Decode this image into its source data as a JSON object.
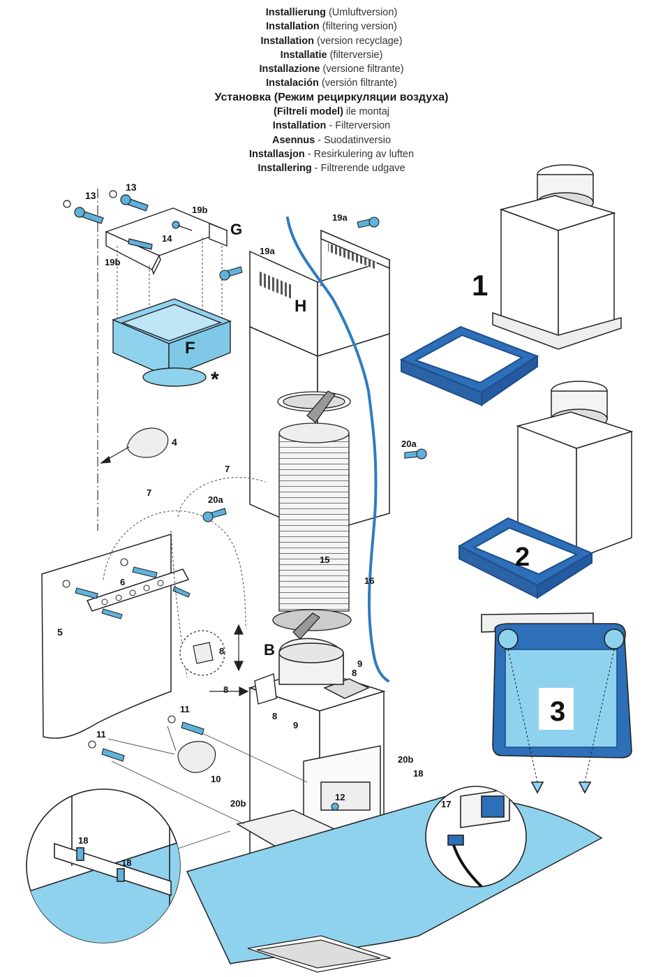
{
  "title_lines": [
    {
      "bold": "Installierung",
      "sep": " ",
      "desc": "(Umluftversion)"
    },
    {
      "bold": "Installation",
      "sep": " ",
      "desc": "(filtering version)"
    },
    {
      "bold": "Installation",
      "sep": " ",
      "desc": "(version recyclage)"
    },
    {
      "bold": "Installatie",
      "sep": " ",
      "desc": "(filterversie)"
    },
    {
      "bold": "Installazione",
      "sep": " ",
      "desc": "(versione filtrante)"
    },
    {
      "bold": "Instalación",
      "sep": "  ",
      "desc": "(versión filtrante)"
    },
    {
      "bold": "Установка (Режим рециркуляции воздуха)",
      "sep": "",
      "desc": ""
    },
    {
      "bold": "(Filtreli model)",
      "sep": " ",
      "desc": "ile montaj"
    },
    {
      "bold": "Installation",
      "sep": " - ",
      "desc": "Filterversion"
    },
    {
      "bold": "Asennus",
      "sep": " - ",
      "desc": "Suodatinversio"
    },
    {
      "bold": "Installasjon",
      "sep": " - ",
      "desc": "Resirkulering av luften"
    },
    {
      "bold": "Installering",
      "sep": " - ",
      "desc": "Filtrerende udgave"
    }
  ],
  "part_labels": {
    "p13a": "13",
    "p13b": "13",
    "p19b_top": "19b",
    "p19b_left": "19b",
    "p14": "14",
    "G": "G",
    "F": "F",
    "star": "*",
    "p19a_top": "19a",
    "p19a_left": "19a",
    "H": "H",
    "p4": "4",
    "p7a": "7",
    "p7b": "7",
    "p20a_left": "20a",
    "p20a_right": "20a",
    "p15": "15",
    "p16": "16",
    "p5": "5",
    "p6": "6",
    "B": "B",
    "p8a": "8",
    "p8b": "8",
    "p8c": "8",
    "p8d": "8",
    "p9a": "9",
    "p9b": "9",
    "p11a": "11",
    "p11b": "11",
    "p10": "10",
    "p20b_left": "20b",
    "p20b_right": "20b",
    "p18a": "18",
    "p18b": "18",
    "p18c": "18",
    "p12": "12",
    "p17": "17",
    "n1": "1",
    "n2": "2",
    "n3": "3"
  },
  "colors": {
    "part_blue": "#8fd2ee",
    "frame_blue": "#2d6fb8",
    "line": "#222222"
  }
}
